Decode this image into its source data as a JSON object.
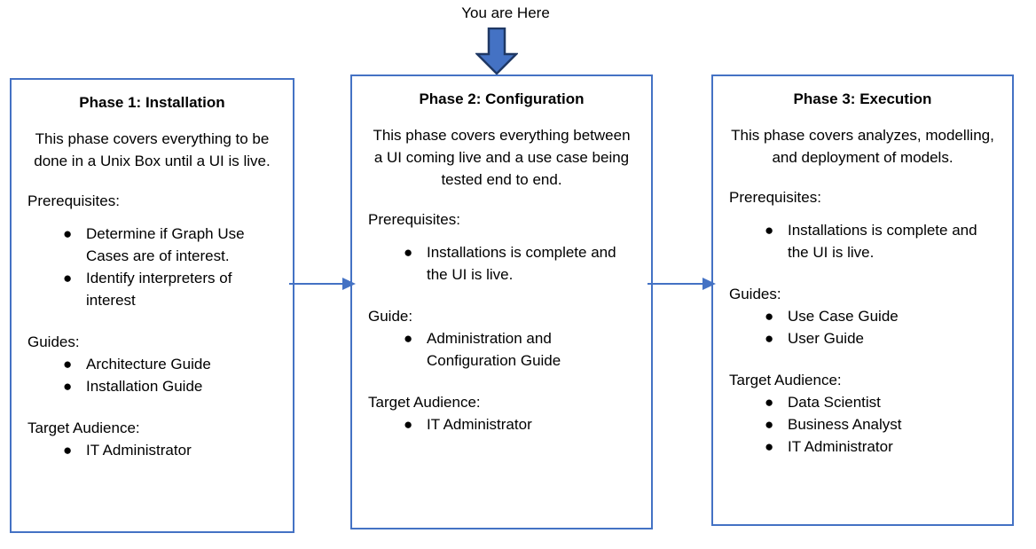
{
  "marker": {
    "label": "You are Here",
    "icon": "down-arrow-icon",
    "fill_color": "#4472C4",
    "outline_color": "#1F3864"
  },
  "theme": {
    "box_border_color": "#4472C4",
    "connector_color": "#4472C4",
    "text_color": "#000000",
    "background_color": "#FFFFFF"
  },
  "connectors": [
    {
      "name": "phase1-to-phase2",
      "from": "Phase 1: Installation",
      "to": "Phase 2: Configuration"
    },
    {
      "name": "phase2-to-phase3",
      "from": "Phase 2: Configuration",
      "to": "Phase 3: Execution"
    }
  ],
  "phases": [
    {
      "title": "Phase 1: Installation",
      "description": "This phase covers everything to be done in a Unix Box until a UI is live.",
      "prerequisites_label": "Prerequisites:",
      "prerequisites": [
        "Determine if Graph Use Cases are of interest.",
        "Identify interpreters of interest"
      ],
      "guides_label": "Guides:",
      "guides": [
        "Architecture Guide",
        "Installation Guide"
      ],
      "audience_label": "Target Audience:",
      "audience": [
        "IT Administrator"
      ]
    },
    {
      "title": "Phase 2: Configuration",
      "description": "This phase covers everything between a UI coming live and a use case being tested end to end.",
      "prerequisites_label": "Prerequisites:",
      "prerequisites": [
        "Installations is complete and the UI is live."
      ],
      "guides_label": "Guide:",
      "guides": [
        "Administration and Configuration Guide"
      ],
      "audience_label": "Target Audience:",
      "audience": [
        "IT Administrator"
      ]
    },
    {
      "title": "Phase 3: Execution",
      "description": "This phase covers analyzes, modelling, and deployment of models.",
      "prerequisites_label": "Prerequisites:",
      "prerequisites": [
        "Installations is complete and the UI is live."
      ],
      "guides_label": "Guides:",
      "guides": [
        "Use Case Guide",
        "User Guide"
      ],
      "audience_label": "Target Audience:",
      "audience": [
        "Data Scientist",
        "Business Analyst",
        "IT Administrator"
      ]
    }
  ],
  "bullet_glyph": "●"
}
